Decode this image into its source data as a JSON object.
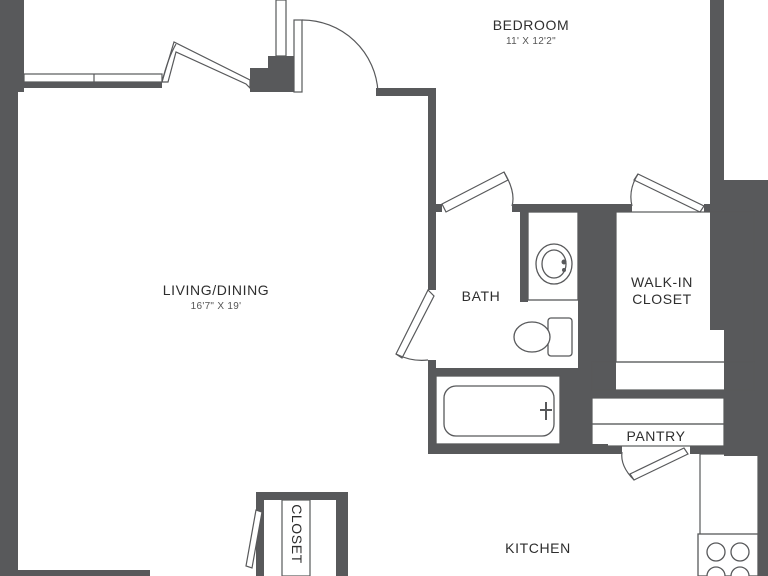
{
  "rooms": {
    "bedroom": {
      "name": "BEDROOM",
      "dimensions": "11' X 12'2\""
    },
    "living_dining": {
      "name": "LIVING/DINING",
      "dimensions": "16'7\" X 19'"
    },
    "bath": {
      "name": "BATH"
    },
    "walk_in_closet": {
      "name_line1": "WALK-IN",
      "name_line2": "CLOSET"
    },
    "pantry": {
      "name": "PANTRY"
    },
    "closet": {
      "name": "CLOSET"
    },
    "kitchen": {
      "name": "KITCHEN"
    }
  },
  "colors": {
    "wall": "#58595b",
    "background": "#ffffff"
  }
}
